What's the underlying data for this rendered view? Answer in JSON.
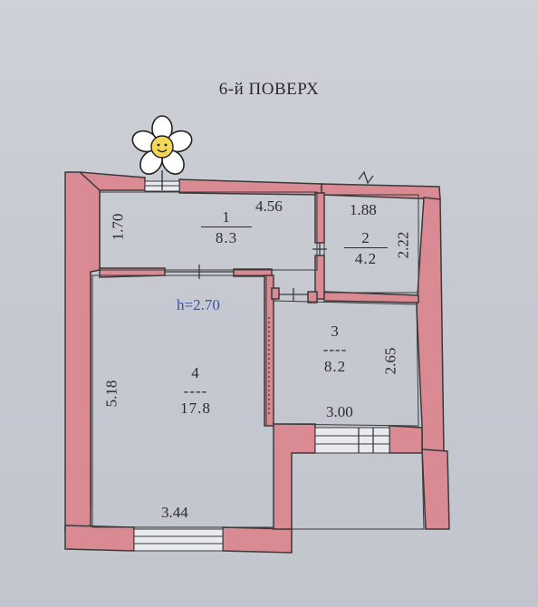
{
  "title": "6-й ПОВЕРХ",
  "ceiling_height": "h=2.70",
  "rooms": [
    {
      "number": "1",
      "area": "8.3"
    },
    {
      "number": "2",
      "area": "4.2"
    },
    {
      "number": "3",
      "area": "8.2"
    },
    {
      "number": "4",
      "area": "17.8"
    }
  ],
  "separator": "----",
  "dimensions": {
    "room1_length": "4.56",
    "room1_width": "1.70",
    "room2_length": "1.88",
    "room2_width": "2.22",
    "room3_length": "3.00",
    "room3_width": "2.65",
    "room4_length": "3.44",
    "room4_width": "5.18"
  },
  "colors": {
    "wall": "#d98a93",
    "wall_edge": "#3a3a3a",
    "paper": "#cfd1d8",
    "height_text": "#3d4fa8"
  }
}
